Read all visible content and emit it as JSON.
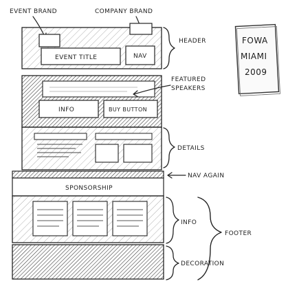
{
  "annotations": {
    "event_brand": "EVENT BRAND",
    "company_brand": "COMPANY BRAND",
    "header": "HEADER",
    "featured_speakers_line1": "FEATURED",
    "featured_speakers_line2": "SPEAKERS",
    "details": "DETAILS",
    "nav_again": "NAV AGAIN",
    "info_side": "INFO",
    "footer": "FOOTER",
    "decoration": "DECORATION"
  },
  "wireframe": {
    "event_title": "EVENT TITLE",
    "nav": "NAV",
    "info_button": "INFO",
    "buy_button": "BUY BUTTON",
    "sponsorship": "SPONSORSHIP"
  },
  "notebook": {
    "line1": "FOWA",
    "line2": "MIAMI",
    "line3": "2009"
  }
}
